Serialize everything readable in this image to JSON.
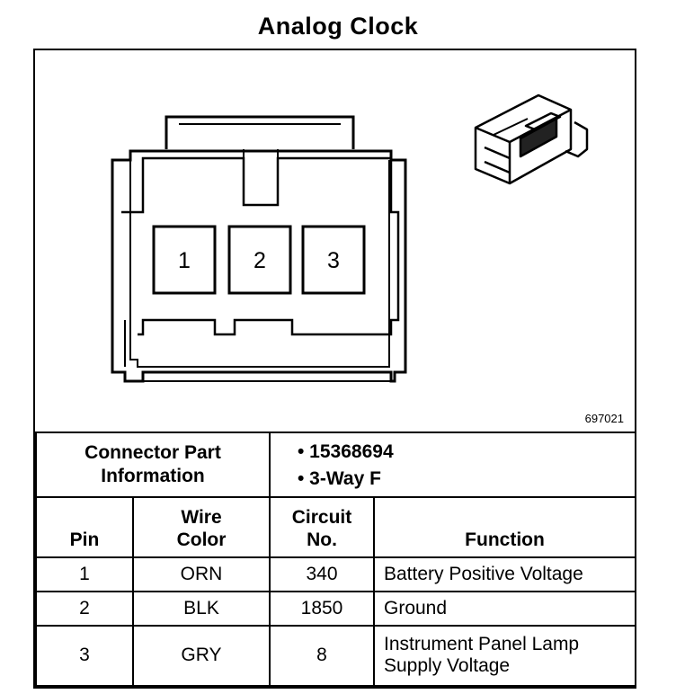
{
  "title": "Analog Clock",
  "figure_id": "697021",
  "connector": {
    "pins": [
      "1",
      "2",
      "3"
    ]
  },
  "connector_part_info": {
    "label_line1": "Connector Part",
    "label_line2": "Information",
    "part_number": "• 15368694",
    "description": "• 3-Way F"
  },
  "table": {
    "headers": {
      "pin": "Pin",
      "wire_color_line1": "Wire",
      "wire_color_line2": "Color",
      "circuit_line1": "Circuit",
      "circuit_line2": "No.",
      "function": "Function"
    },
    "rows": [
      {
        "pin": "1",
        "wire_color": "ORN",
        "circuit": "340",
        "function_line1": "Battery Positive Voltage",
        "function_line2": ""
      },
      {
        "pin": "2",
        "wire_color": "BLK",
        "circuit": "1850",
        "function_line1": "Ground",
        "function_line2": ""
      },
      {
        "pin": "3",
        "wire_color": "GRY",
        "circuit": "8",
        "function_line1": "Instrument Panel Lamp",
        "function_line2": "Supply Voltage"
      }
    ]
  }
}
